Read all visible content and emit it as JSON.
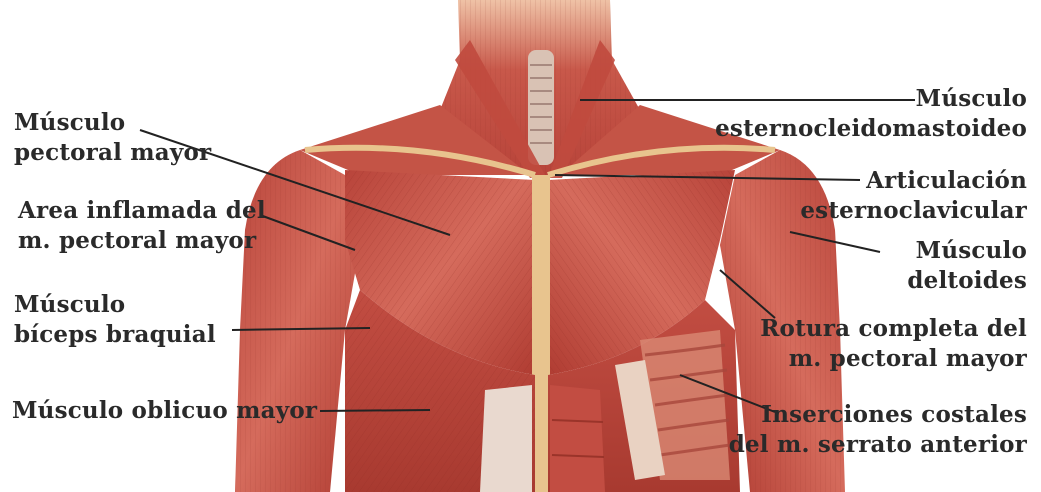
{
  "labels": {
    "pectoral_mayor": [
      "Músculo",
      "pectoral mayor"
    ],
    "area_inflamada": [
      "Area inflamada del",
      "m. pectoral mayor"
    ],
    "biceps": [
      "Músculo",
      "bíceps braquial"
    ],
    "oblicuo": [
      "Músculo oblicuo mayor"
    ],
    "esterno": [
      "Músculo",
      "esternocleidomastoideo"
    ],
    "articulacion": [
      "Articulación",
      "esternoclavicular"
    ],
    "deltoides": [
      "Músculo",
      "deltoides"
    ],
    "rotura": [
      "Rotura completa del",
      "m. pectoral mayor"
    ],
    "inserciones": [
      "Inserciones costales",
      "del m. serrato anterior"
    ]
  },
  "colors": {
    "muscle_dark": "#a8342a",
    "muscle_mid": "#c9574a",
    "muscle_light": "#e09a86",
    "tendon": "#e8c48e",
    "skin": "#f0c6a8",
    "leader": "#222222",
    "text": "#2a2a2a"
  }
}
